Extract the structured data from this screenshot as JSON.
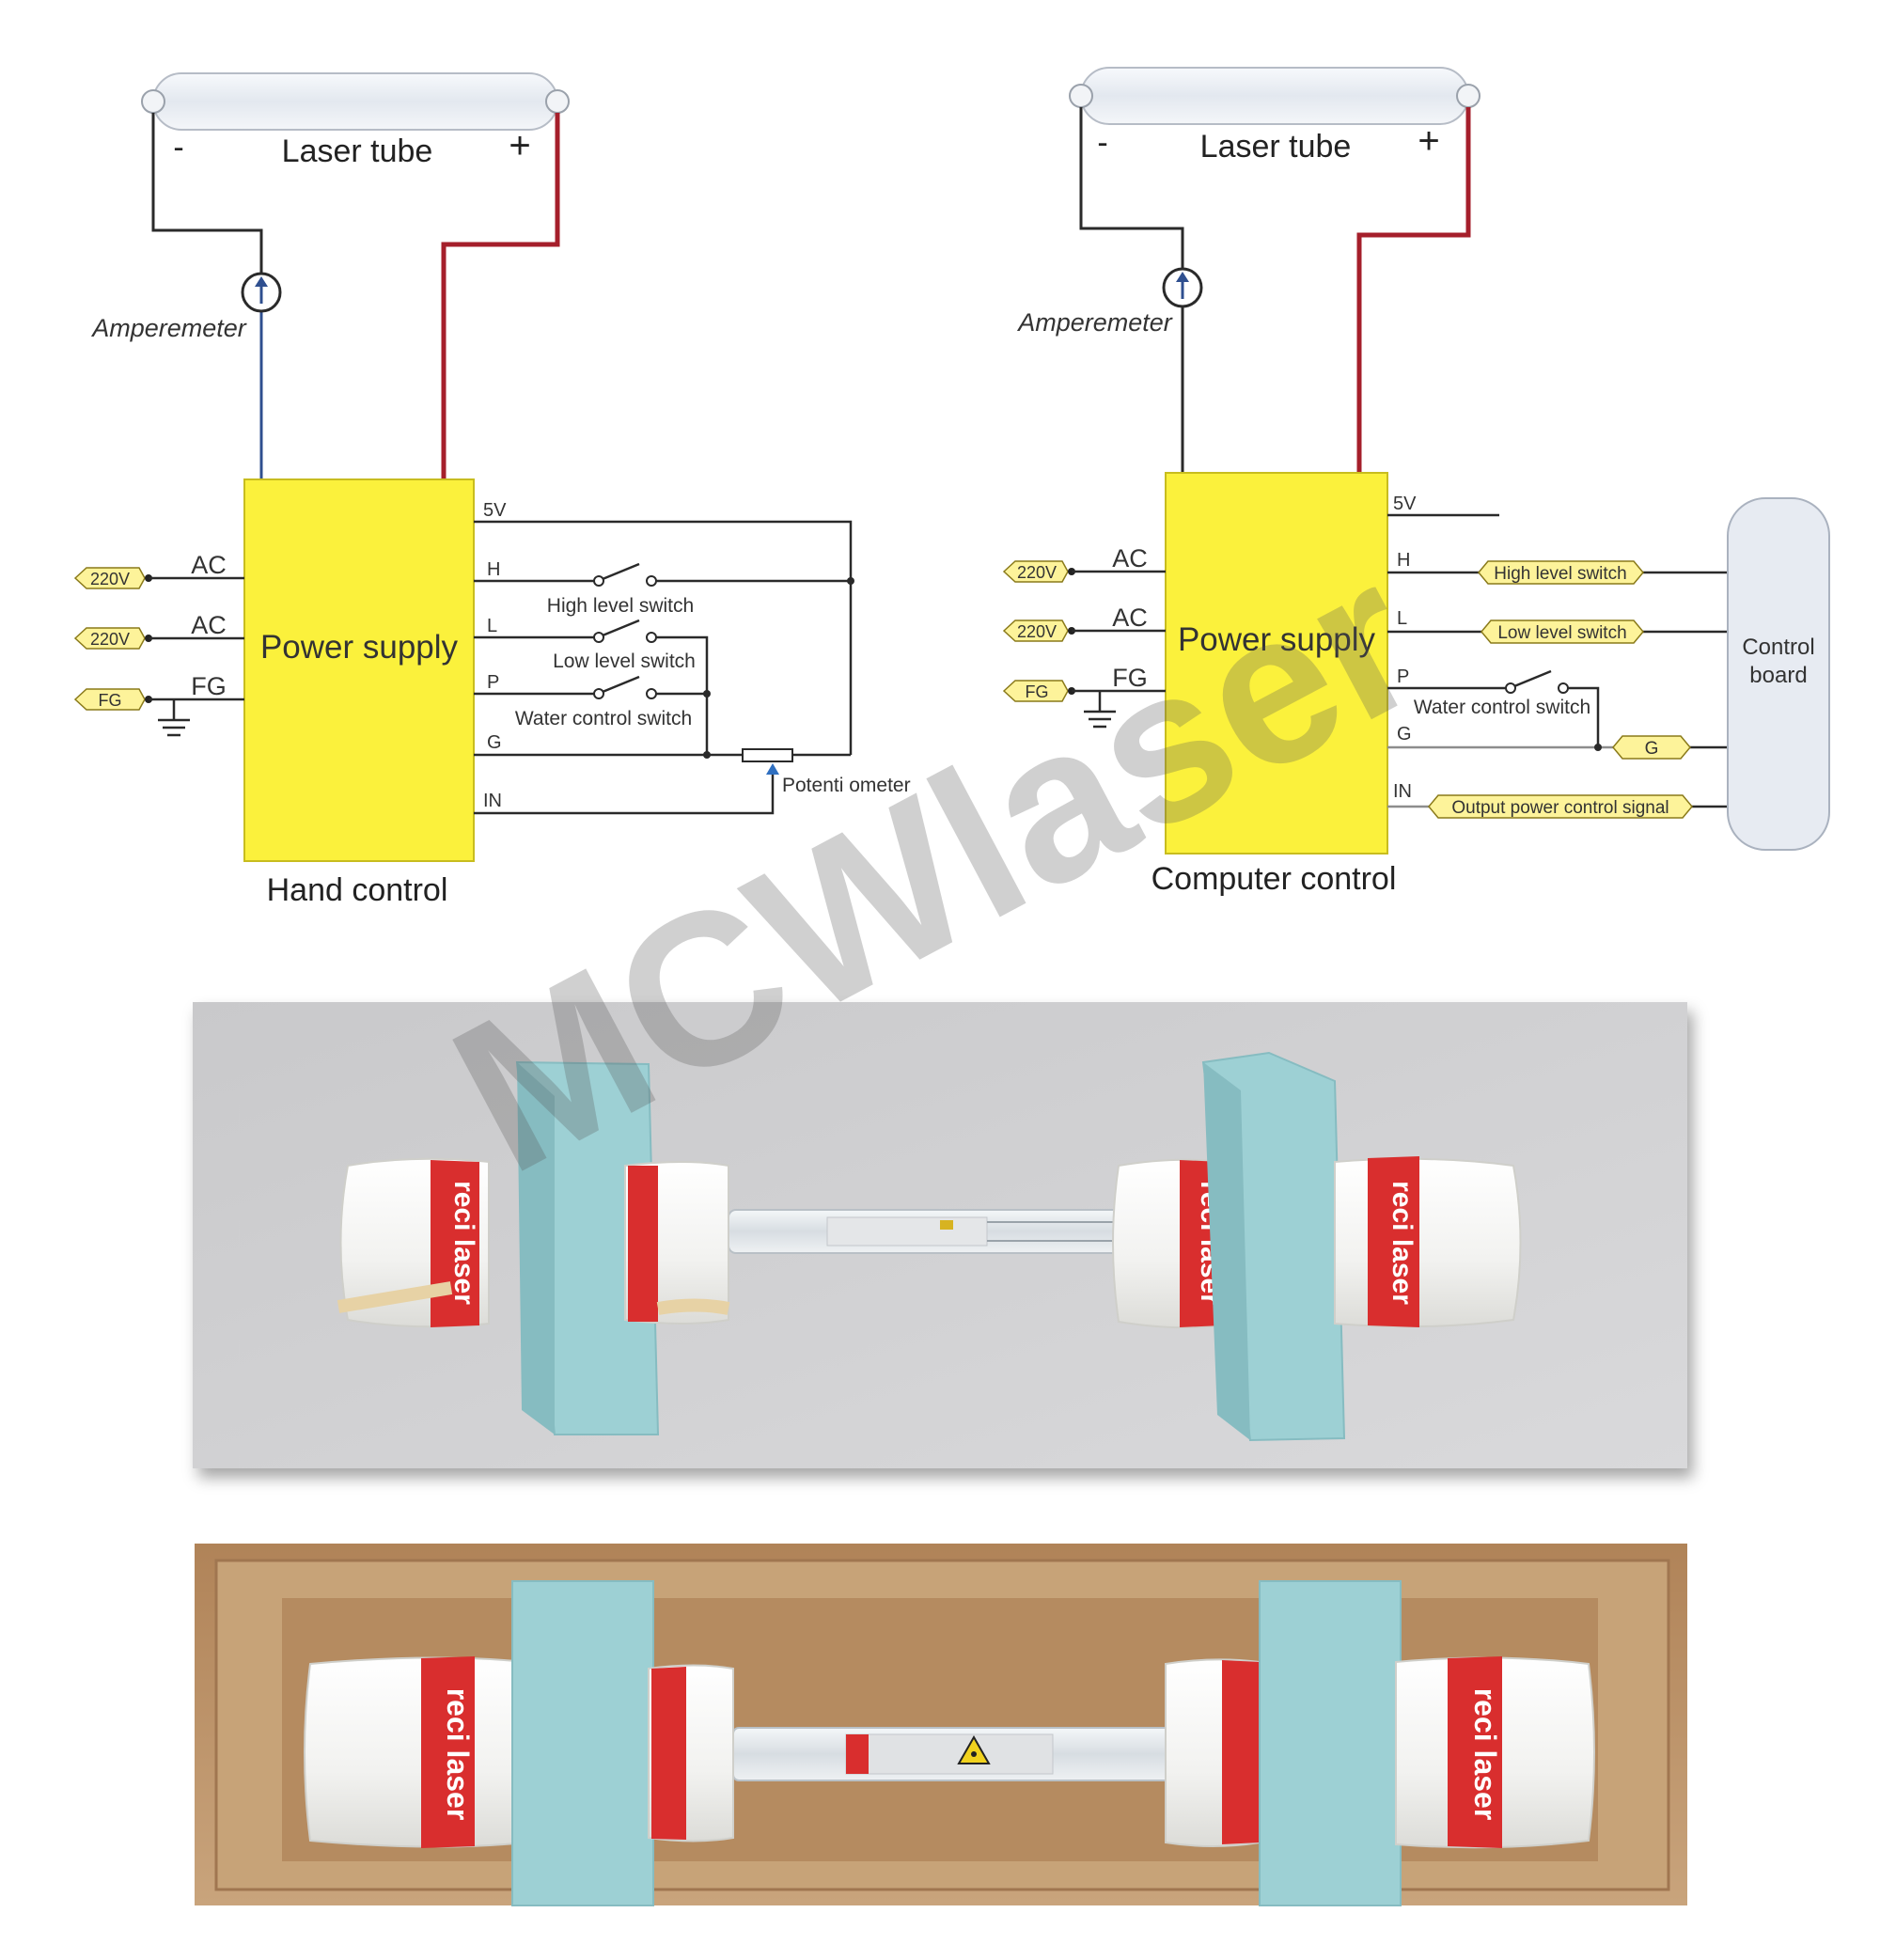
{
  "watermark": "MCWlaser",
  "colors": {
    "power_supply": "#fbf13c",
    "wire_red": "#a51f2b",
    "wire_blue": "#2f4f8f",
    "wire_dark": "#2a2a2a",
    "tag_fill": "#fdf39a",
    "tag_stroke": "#8a7a1a",
    "tube_fill": "#e9edf3",
    "foam": "#9dd0d4",
    "tape_red": "#d92e2e",
    "cardboard": "#c39a6e"
  },
  "hand_control": {
    "tube_label": "Laser tube",
    "minus": "-",
    "plus": "+",
    "amperemeter": "Amperemeter",
    "power_supply": "Power supply",
    "caption": "Hand control",
    "inputs": [
      {
        "tag": "220V",
        "label": "AC"
      },
      {
        "tag": "220V",
        "label": "AC"
      },
      {
        "tag": "FG",
        "label": "FG"
      }
    ],
    "terminals": [
      "5V",
      "H",
      "L",
      "P",
      "G",
      "IN"
    ],
    "switches": [
      "High level switch",
      "Low level switch",
      "Water control switch"
    ],
    "potentiometer": "Potenti ometer"
  },
  "computer_control": {
    "tube_label": "Laser tube",
    "minus": "-",
    "plus": "+",
    "amperemeter": "Amperemeter",
    "power_supply": "Power supply",
    "caption": "Computer control",
    "inputs": [
      {
        "tag": "220V",
        "label": "AC"
      },
      {
        "tag": "220V",
        "label": "AC"
      },
      {
        "tag": "FG",
        "label": "FG"
      }
    ],
    "terminals": [
      "5V",
      "H",
      "L",
      "P",
      "G",
      "IN"
    ],
    "signal_tags": [
      "High level switch",
      "Low level switch",
      "G",
      "Output power control signal"
    ],
    "water_switch": "Water control switch",
    "control_board": [
      "Control",
      "board"
    ]
  },
  "photos": {
    "tape_text": "reci laser"
  }
}
